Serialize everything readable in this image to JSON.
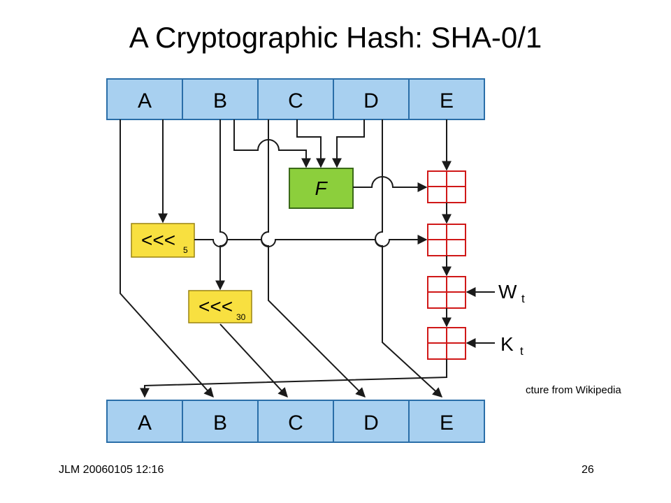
{
  "slide": {
    "title": "A Cryptographic Hash:  SHA-0/1",
    "credit": "cture from Wikipedia",
    "footer_left": "JLM 20060105 12:16",
    "page_number": "26"
  },
  "diagram": {
    "top_registers": [
      "A",
      "B",
      "C",
      "D",
      "E"
    ],
    "bottom_registers": [
      "A",
      "B",
      "C",
      "D",
      "E"
    ],
    "function_box": "F",
    "rotate_5": {
      "op": "<<<",
      "amount": "5"
    },
    "rotate_30": {
      "op": "<<<",
      "amount": "30"
    },
    "inputs": [
      {
        "base": "W",
        "sub": "t"
      },
      {
        "base": "K",
        "sub": "t"
      }
    ],
    "colors": {
      "register_fill": "#a8d0f0",
      "register_stroke": "#2a6ea8",
      "function_fill": "#8ccf3c",
      "rotate_fill": "#f8e040",
      "adder_stroke": "#d01818",
      "arrow": "#1a1a1a"
    }
  }
}
